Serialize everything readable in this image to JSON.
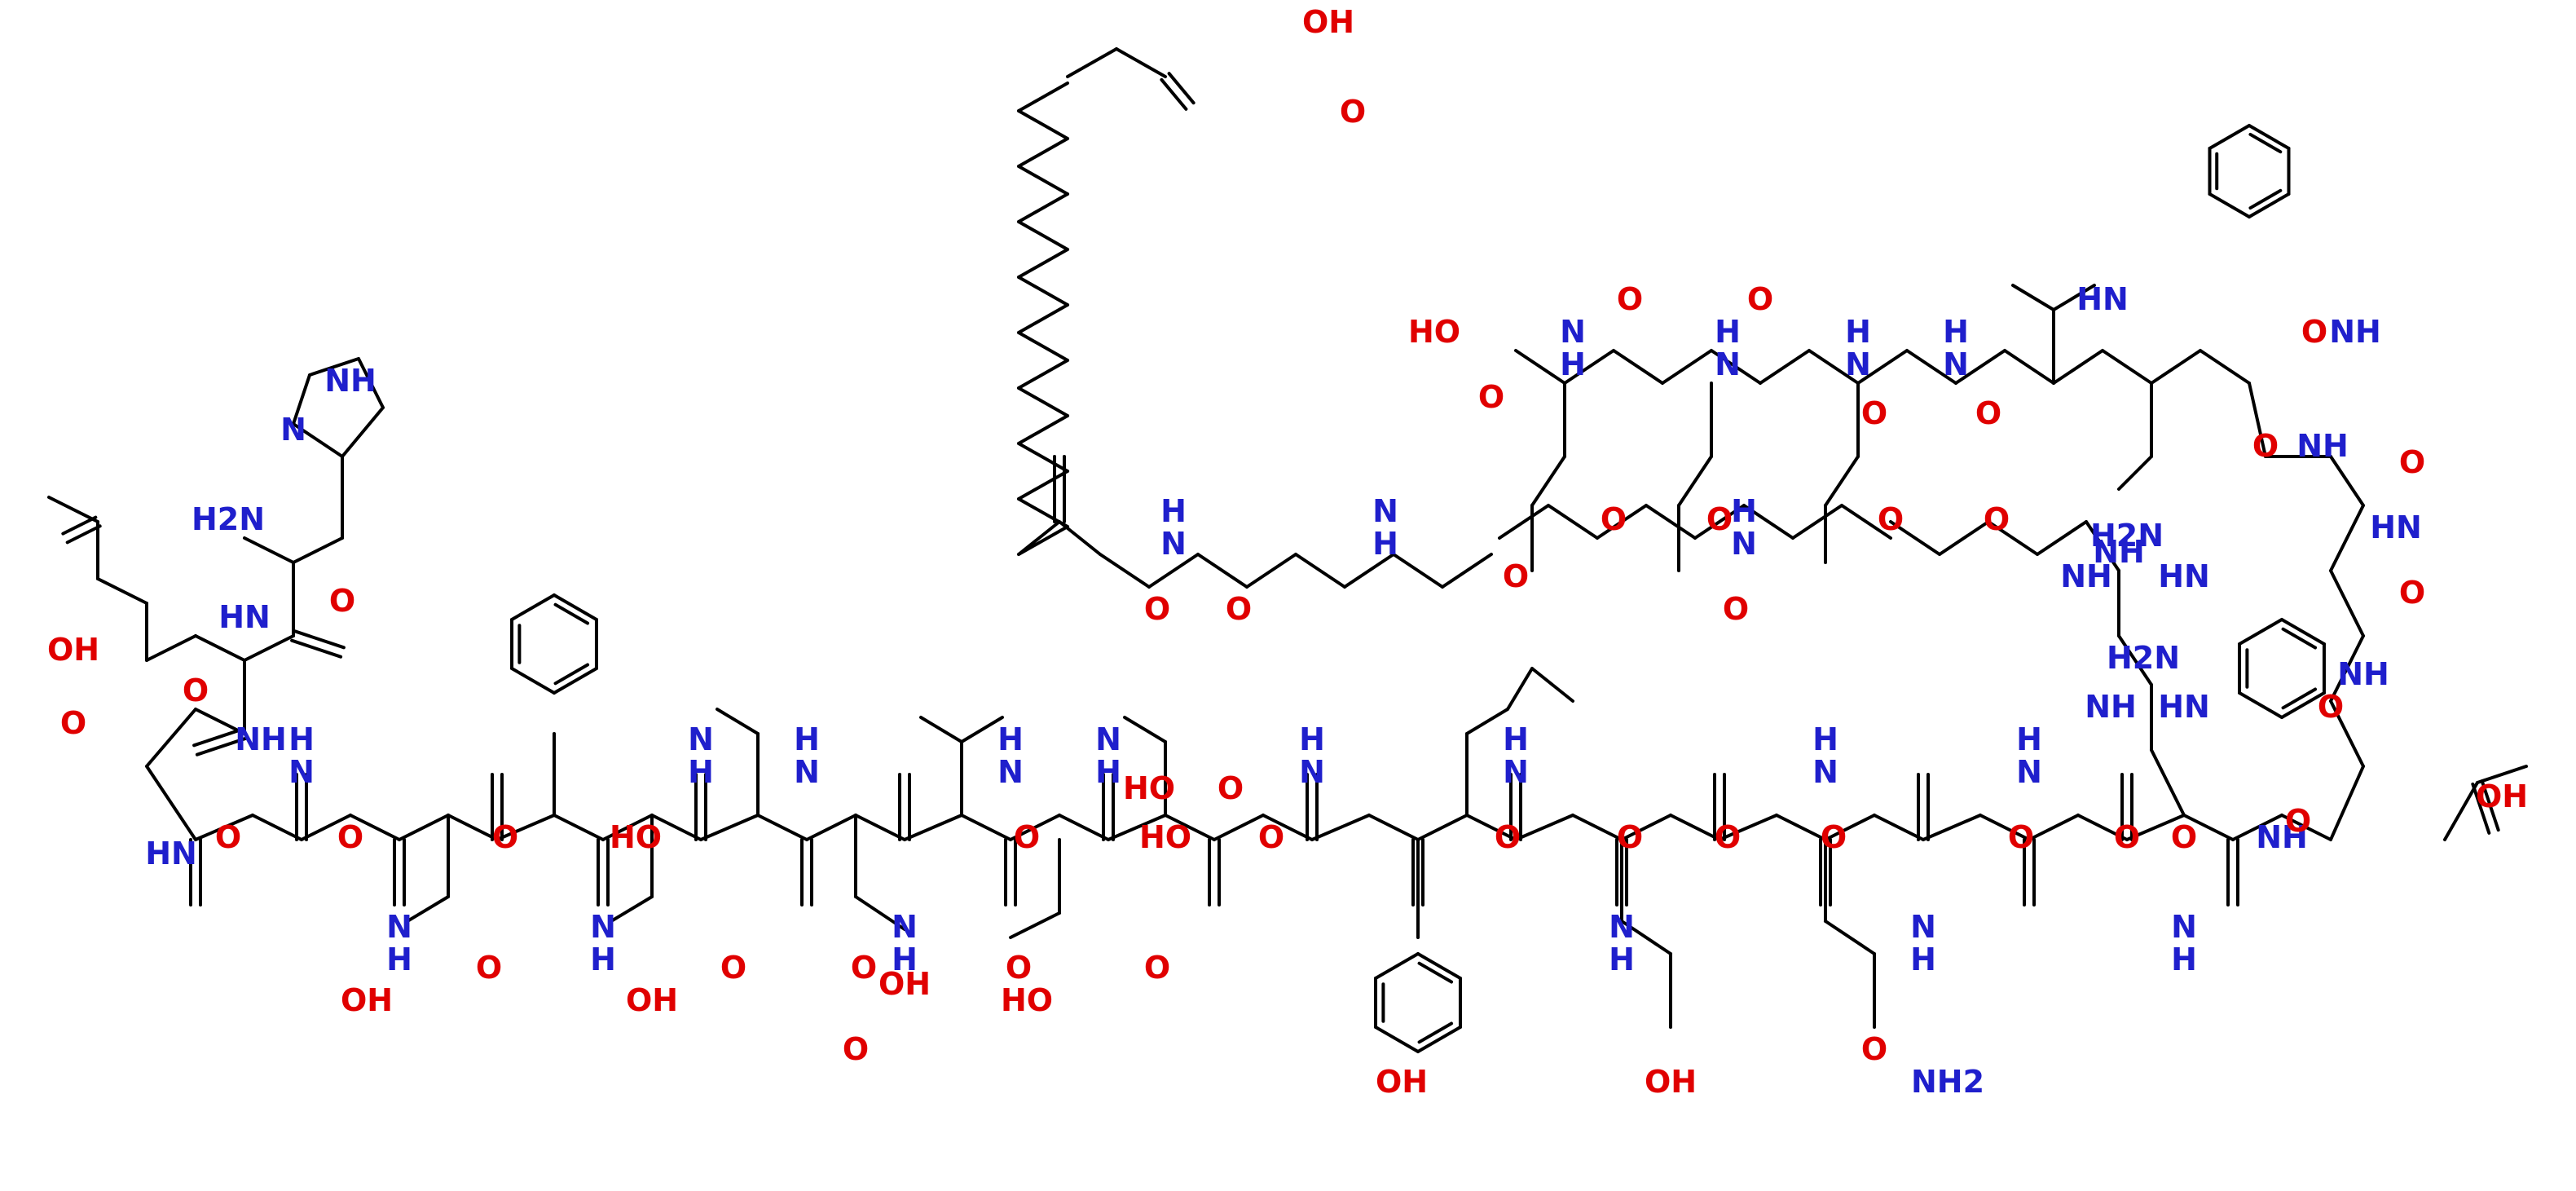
{
  "colors": {
    "bond": "#000000",
    "nitrogen": "#1f1fcc",
    "oxygen": "#e00000",
    "background": "#ffffff"
  },
  "atom_labels": [
    "NH",
    "N",
    "H2N",
    "O",
    "HN",
    "O",
    "OH",
    "O",
    "NH",
    "HN",
    "O",
    "O",
    "H",
    "N",
    "OH",
    "O",
    "N",
    "H",
    "O",
    "N",
    "H",
    "OH",
    "HO",
    "N",
    "H",
    "O",
    "H",
    "N",
    "O",
    "OH",
    "O",
    "N",
    "H",
    "O",
    "H",
    "N",
    "O",
    "HO",
    "HO",
    "N",
    "H",
    "O",
    "H",
    "N",
    "O",
    "OH",
    "H",
    "N",
    "O",
    "O",
    "OH",
    "N",
    "H",
    "O",
    "H",
    "N",
    "O",
    "O",
    "NH2",
    "N",
    "H",
    "O",
    "H",
    "N",
    "O",
    "N",
    "H",
    "O",
    "NH",
    "O",
    "O",
    "OH",
    "OH",
    "O",
    "H",
    "N",
    "O",
    "O",
    "HO",
    "O",
    "N",
    "H",
    "O",
    "O",
    "O",
    "H",
    "N",
    "O",
    "O",
    "O",
    "NH",
    "HO",
    "O",
    "N",
    "H",
    "O",
    "H",
    "N",
    "O",
    "H",
    "N",
    "O",
    "H",
    "N",
    "O",
    "HN",
    "H2N",
    "NH",
    "HN",
    "H2N",
    "NH",
    "HN",
    "O",
    "NH",
    "O",
    "NH",
    "O",
    "HN",
    "O",
    "NH"
  ]
}
